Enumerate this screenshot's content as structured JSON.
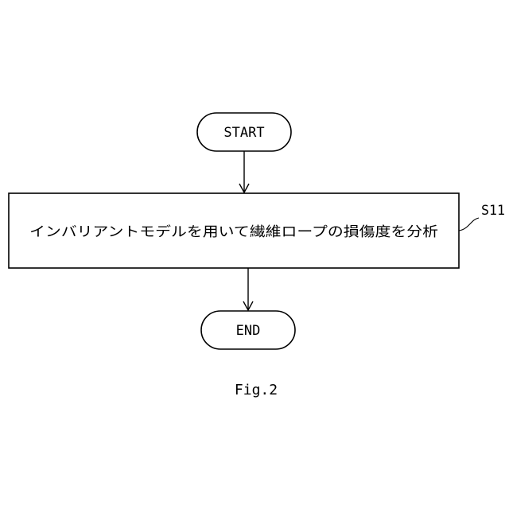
{
  "flowchart": {
    "start_label": "START",
    "process_label": "インバリアントモデルを用いて繊維ロープの損傷度を分析",
    "step_ref": "S11",
    "end_label": "END"
  },
  "figure": {
    "caption": "Fig.2"
  },
  "colors": {
    "stroke": "#000000",
    "background": "#ffffff"
  }
}
